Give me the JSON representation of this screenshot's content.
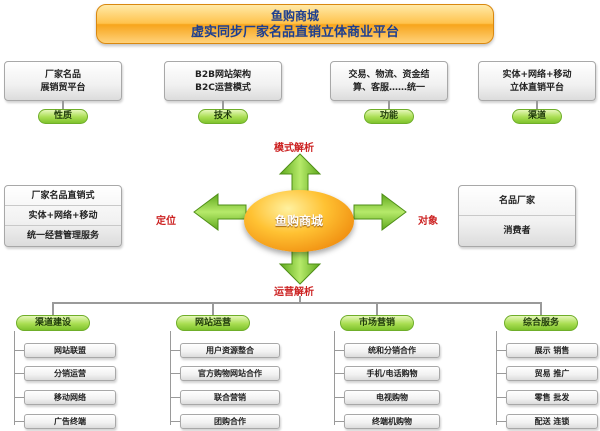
{
  "title": {
    "line1": "鱼购商城",
    "line2": "虚实同步厂家名品直销立体商业平台"
  },
  "top": [
    {
      "lines": [
        "厂家名品",
        "展销贸平台"
      ],
      "tag": "性质"
    },
    {
      "lines": [
        "B2B网站架构",
        "B2C运营模式"
      ],
      "tag": "技术"
    },
    {
      "lines": [
        "交易、物流、资金结",
        "算、客服……统一"
      ],
      "tag": "功能"
    },
    {
      "lines": [
        "实体+网络+移动",
        "立体直销平台"
      ],
      "tag": "渠道"
    }
  ],
  "center": {
    "label": "鱼购商城",
    "top_label": "模式解析",
    "bottom_label": "运营解析",
    "left_label": "定位",
    "right_label": "对象"
  },
  "left_box": [
    "厂家名品直销式",
    "实体+网络+移动",
    "统一经营管理服务"
  ],
  "right_box": [
    "名品厂家",
    "消费者"
  ],
  "bottom": [
    {
      "title": "渠道建设",
      "items": [
        "网站联盟",
        "分销运营",
        "移动网络",
        "广告终端"
      ]
    },
    {
      "title": "网站运营",
      "items": [
        "用户资源整合",
        "官方购物网站合作",
        "联合营销",
        "团购合作"
      ]
    },
    {
      "title": "市场营销",
      "items": [
        "统和分销合作",
        "手机/电话购物",
        "电视购物",
        "终端机购物"
      ]
    },
    {
      "title": "综合服务",
      "items": [
        "展示  销售",
        "贸易  推广",
        "零售  批发",
        "配送  连锁"
      ]
    }
  ],
  "colors": {
    "arrow_green": "#7cc22b",
    "title_orange": "#ffc34d",
    "accent_red": "#cc2222",
    "pill_green": "#a9de52"
  }
}
